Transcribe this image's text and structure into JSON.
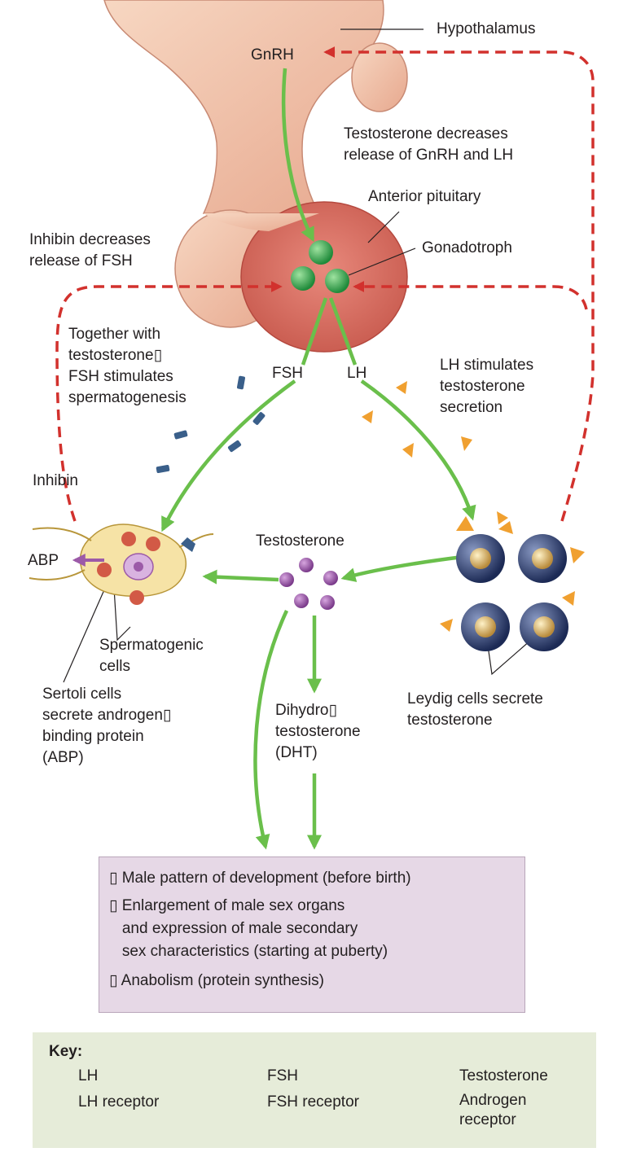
{
  "labels": {
    "hypothalamus": "Hypothalamus",
    "gnrh": "GnRH",
    "testosterone_feedback": "Testosterone decreases\nrelease of GnRH and LH",
    "anterior_pituitary": "Anterior pituitary",
    "inhibin_feedback": "Inhibin decreases\nrelease of FSH",
    "gonadotroph": "Gonadotroph",
    "fsh_action": "Together with\ntestosterone▯\nFSH stimulates\nspermatogenesis",
    "fsh": "FSH",
    "lh": "LH",
    "lh_action": "LH stimulates\ntestosterone\nsecretion",
    "inhibin": "Inhibin",
    "abp": "ABP",
    "testosterone": "Testosterone",
    "spermatogenic_cells": "Spermatogenic\ncells",
    "sertoli_cells": "Sertoli cells\nsecrete androgen▯\nbinding protein\n(ABP)",
    "dht": "Dihydro▯\ntestosterone\n(DHT)",
    "leydig_cells": "Leydig cells secrete\ntestosterone"
  },
  "effects": [
    "▯ Male pattern of development (before birth)",
    "▯ Enlargement of male sex organs",
    "   and expression of male secondary",
    "   sex characteristics (starting at puberty)",
    "▯ Anabolism (protein synthesis)"
  ],
  "key": {
    "title": "Key:",
    "lh": "LH",
    "lh_receptor": "LH receptor",
    "fsh": "FSH",
    "fsh_receptor": "FSH receptor",
    "testosterone": "Testosterone",
    "androgen_receptor": "Androgen\nreceptor"
  },
  "colors": {
    "stimulation_arrow": "#6abf4b",
    "inhibition_arrow": "#d2312d",
    "lh": "#f0a030",
    "fsh": "#3a5f8a",
    "testosterone": "#9c5aa8",
    "gonadotroph": "#3a9a45",
    "effects_bg": "#e6d8e6",
    "key_bg": "#e6ecd9"
  }
}
